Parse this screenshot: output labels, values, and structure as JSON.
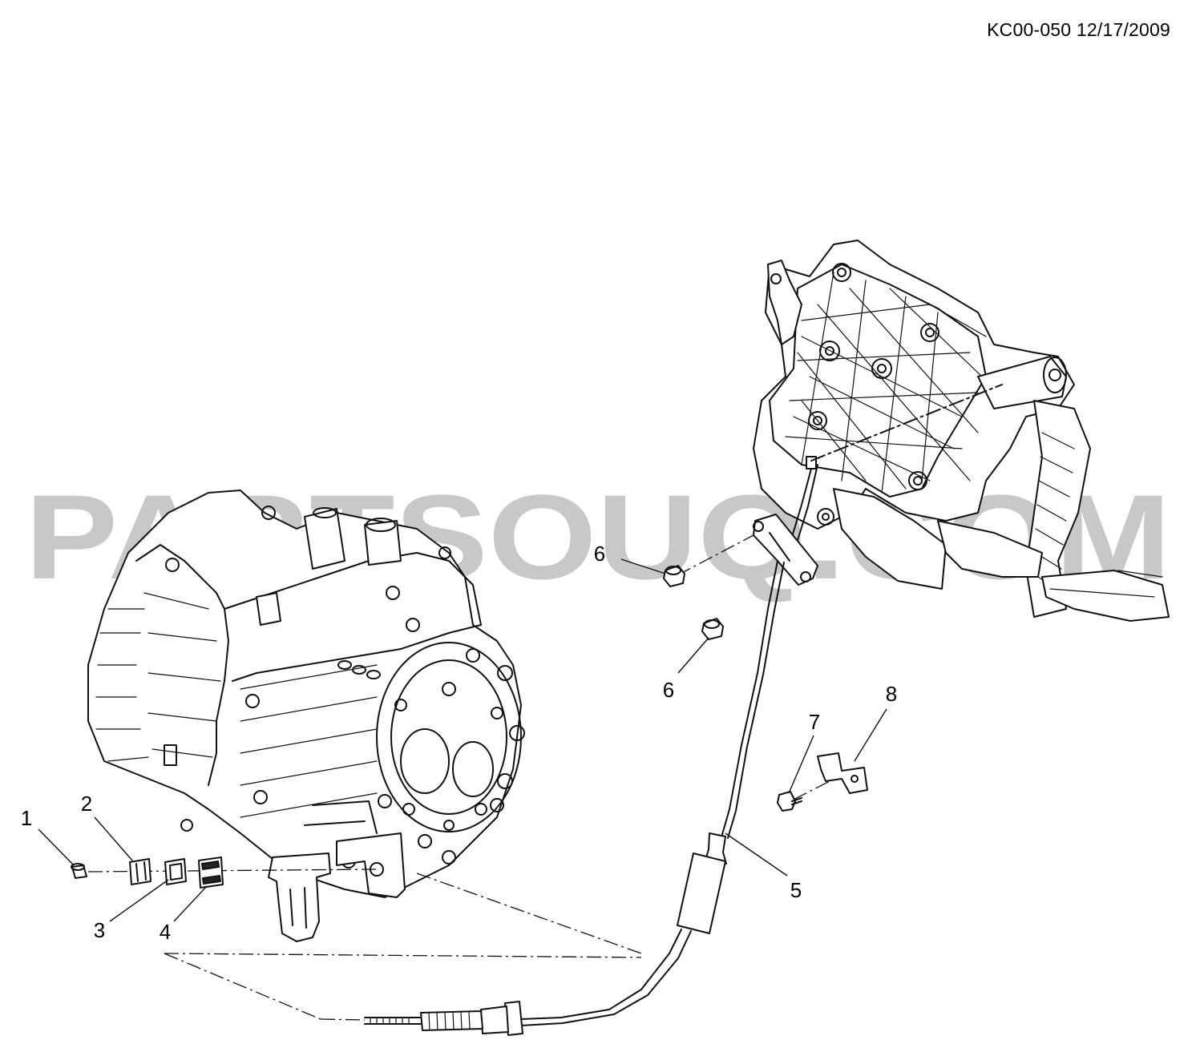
{
  "header": {
    "code": "KC00-050 12/17/2009"
  },
  "watermark": {
    "text": "PARTSOUQ.COM",
    "color": "#c8c8c8"
  },
  "callouts": [
    {
      "id": "1",
      "label": "1"
    },
    {
      "id": "2",
      "label": "2"
    },
    {
      "id": "3",
      "label": "3"
    },
    {
      "id": "4",
      "label": "4"
    },
    {
      "id": "5",
      "label": "5"
    },
    {
      "id": "6a",
      "label": "6"
    },
    {
      "id": "6b",
      "label": "6"
    },
    {
      "id": "7",
      "label": "7"
    },
    {
      "id": "8",
      "label": "8"
    }
  ]
}
